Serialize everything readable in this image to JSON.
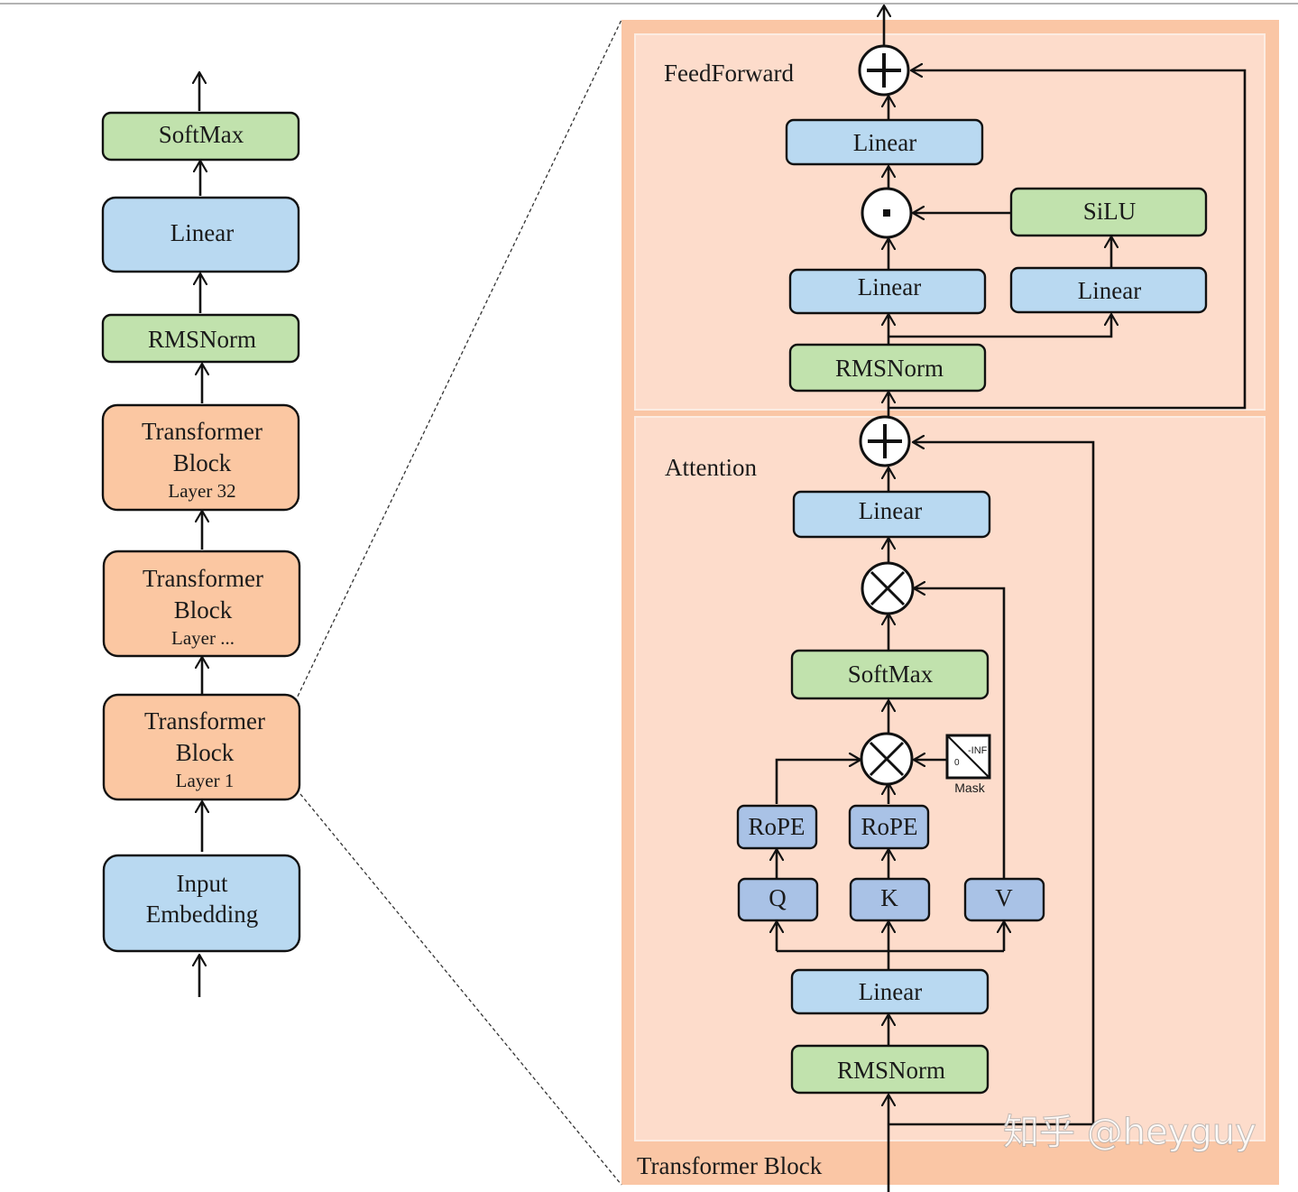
{
  "colors": {
    "blue_box": "#b9d9f1",
    "green_box": "#c1e2ad",
    "orange_box": "#fbc7a2",
    "qkv_box": "#a9c2e6",
    "outer_panel": "#fac6a5",
    "inner_panel": "#fddccb",
    "inner_border": "#fcece2",
    "stroke": "#111111"
  },
  "left_stack": {
    "softmax": "SoftMax",
    "linear": "Linear",
    "rmsnorm": "RMSNorm",
    "block32": {
      "line1": "Transformer",
      "line2": "Block",
      "line3": "Layer 32"
    },
    "block_mid": {
      "line1": "Transformer",
      "line2": "Block",
      "line3": "Layer ..."
    },
    "block1": {
      "line1": "Transformer",
      "line2": "Block",
      "line3": "Layer 1"
    },
    "embedding": {
      "line1": "Input",
      "line2": "Embedding"
    }
  },
  "detail": {
    "panel_title": "Transformer Block",
    "feedforward": {
      "title": "FeedForward",
      "linear_out": "Linear",
      "silu": "SiLU",
      "linear_left": "Linear",
      "linear_right": "Linear",
      "rmsnorm": "RMSNorm",
      "add_icon": "plus-circle",
      "mult_icon": "dot-circle"
    },
    "attention": {
      "title": "Attention",
      "linear_out": "Linear",
      "softmax": "SoftMax",
      "rope_q": "RoPE",
      "rope_k": "RoPE",
      "q": "Q",
      "k": "K",
      "v": "V",
      "linear_in": "Linear",
      "rmsnorm": "RMSNorm",
      "mask_label": "Mask",
      "mask_top": "-INF",
      "mask_zero": "0",
      "add_icon": "plus-circle",
      "matmul_icon": "times-circle"
    }
  },
  "watermark": "知乎 @heyguy"
}
